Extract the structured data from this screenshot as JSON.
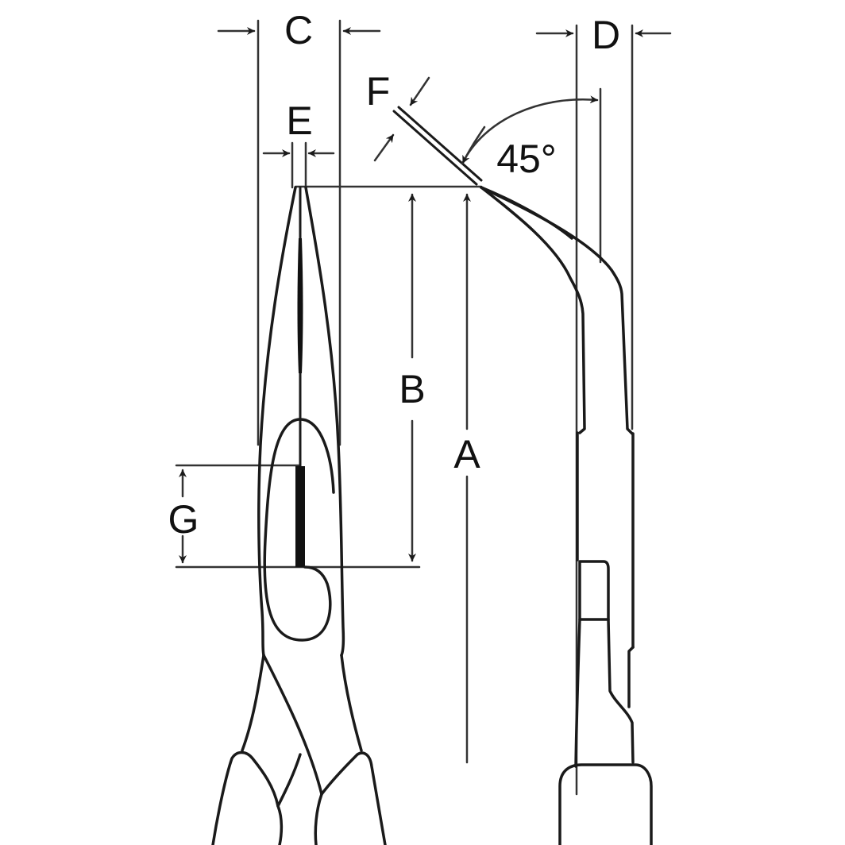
{
  "diagram": {
    "subject": "Bent long-nose pliers dimension drawing",
    "views": [
      "front view",
      "side view"
    ],
    "labels": {
      "C": "C",
      "D": "D",
      "E": "E",
      "F": "F",
      "G": "G",
      "B": "B",
      "A": "A",
      "angle": "45°"
    },
    "colors": {
      "line": "#1a1a1a",
      "background": "#ffffff"
    }
  }
}
